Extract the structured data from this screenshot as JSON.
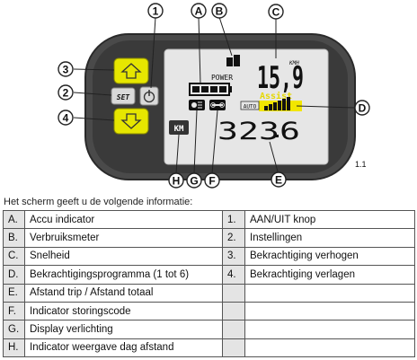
{
  "display": {
    "speed_value": "15,9",
    "speed_unit": "KMH",
    "power_label": "POWER",
    "assist_label": "Assist",
    "auto_label": "AUTO",
    "distance_value": "3236",
    "km_button": "KM",
    "set_button": "SET",
    "figure_number": "1.1"
  },
  "callouts": [
    "A",
    "B",
    "C",
    "D",
    "E",
    "F",
    "G",
    "H",
    "1",
    "2",
    "3",
    "4"
  ],
  "intro_text": "Het scherm geeft u de volgende informatie:",
  "legend_rows": [
    {
      "key": "A.",
      "label": "Accu indicator",
      "key2": "1.",
      "label2": "AAN/UIT knop"
    },
    {
      "key": "B.",
      "label": "Verbruiksmeter",
      "key2": "2.",
      "label2": "Instellingen"
    },
    {
      "key": "C.",
      "label": "Snelheid",
      "key2": "3.",
      "label2": "Bekrachtiging verhogen"
    },
    {
      "key": "D.",
      "label": "Bekrachtigingsprogramma (1 tot 6)",
      "key2": "4.",
      "label2": "Bekrachtiging verlagen"
    },
    {
      "key": "E.",
      "label": "Afstand trip / Afstand totaal",
      "key2": "",
      "label2": ""
    },
    {
      "key": "F.",
      "label": "Indicator storingscode",
      "key2": "",
      "label2": ""
    },
    {
      "key": "G.",
      "label": "Display verlichting",
      "key2": "",
      "label2": ""
    },
    {
      "key": "H.",
      "label": "Indicator weergave dag afstand",
      "key2": "",
      "label2": ""
    }
  ],
  "colors": {
    "housing": "#4a4a4a",
    "screen": "#e6e6e6",
    "button_yellow": "#e6e600",
    "assist_yellow": "#f2e600"
  }
}
